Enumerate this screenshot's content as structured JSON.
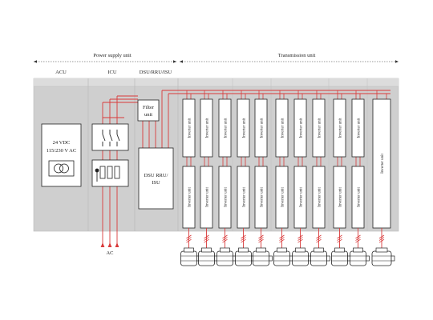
{
  "sections": {
    "power_supply": "Power supply unit",
    "transmission": "Transmission unit"
  },
  "columns": {
    "acu": "ACU",
    "icu": "ICU",
    "dsu": "DSU/RRU/ISU"
  },
  "acu_box": {
    "line1": "24 VDC",
    "line2": "115/230 V AC"
  },
  "filter_unit": {
    "line1": "Filter",
    "line2": "unit"
  },
  "dsu_box": {
    "line1": "DSU RRU/",
    "line2": "ISU"
  },
  "inverter_label": "Inverter unit",
  "ac_label": "AC",
  "icons": [
    "transformer-icon",
    "switch-icon",
    "fuse-icon",
    "motor-icon",
    "cable-slash-icon"
  ],
  "colors": {
    "wire": "#d93a3a",
    "panel": "#cfcfcf",
    "panel_light": "#dcdcdc",
    "box": "#ffffff",
    "stroke": "#222222"
  }
}
